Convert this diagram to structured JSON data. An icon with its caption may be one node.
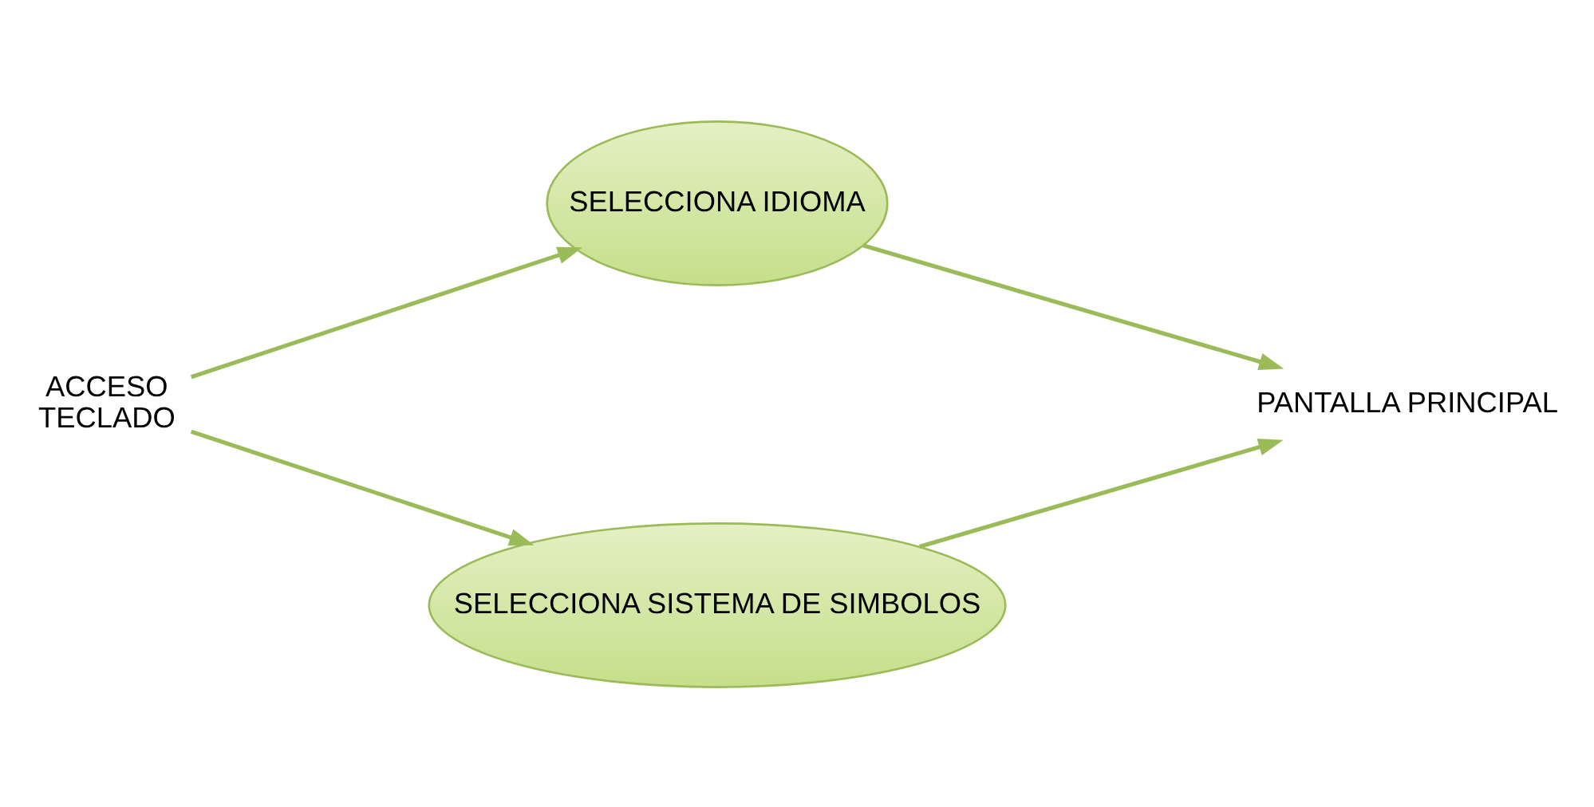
{
  "diagram": {
    "nodes": [
      {
        "text": [
          "ACCESO",
          "TECLADO"
        ]
      },
      {
        "text": [
          "SELECCIONA IDIOMA"
        ]
      },
      {
        "text": [
          "SELECCIONA SISTEMA DE SIMBOLOS"
        ]
      },
      {
        "text": [
          "PANTALLA PRINCIPAL"
        ]
      }
    ],
    "edges": [
      {
        "from": 0,
        "to": 1,
        "arrow": "to"
      },
      {
        "from": 0,
        "to": 2,
        "arrow": "to"
      },
      {
        "from": 1,
        "to": 3,
        "arrow": "to"
      },
      {
        "from": 2,
        "to": 3,
        "arrow": "to"
      }
    ]
  }
}
